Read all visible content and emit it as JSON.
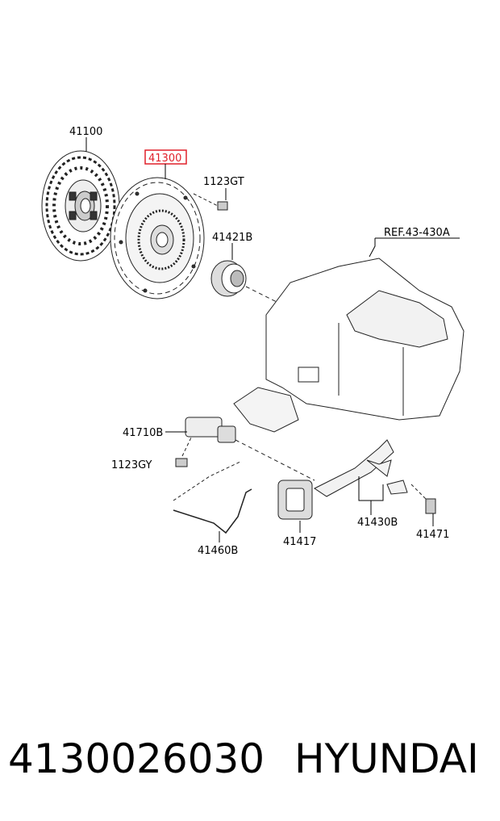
{
  "callouts": {
    "clutch_disc": "41100",
    "clutch_cover": "41300",
    "bolt_1123gt": "1123GT",
    "release_bearing": "41421B",
    "transmission_ref": "REF.43-430A",
    "release_cylinder": "41710B",
    "bolt_1123gy": "1123GY",
    "tube": "41460B",
    "boot": "41417",
    "fork": "41430B",
    "pivot_bolt": "41471"
  },
  "highlight_color": "#e0202a",
  "footer": {
    "part_number": "4130026030",
    "brand": "HYUNDAI"
  }
}
